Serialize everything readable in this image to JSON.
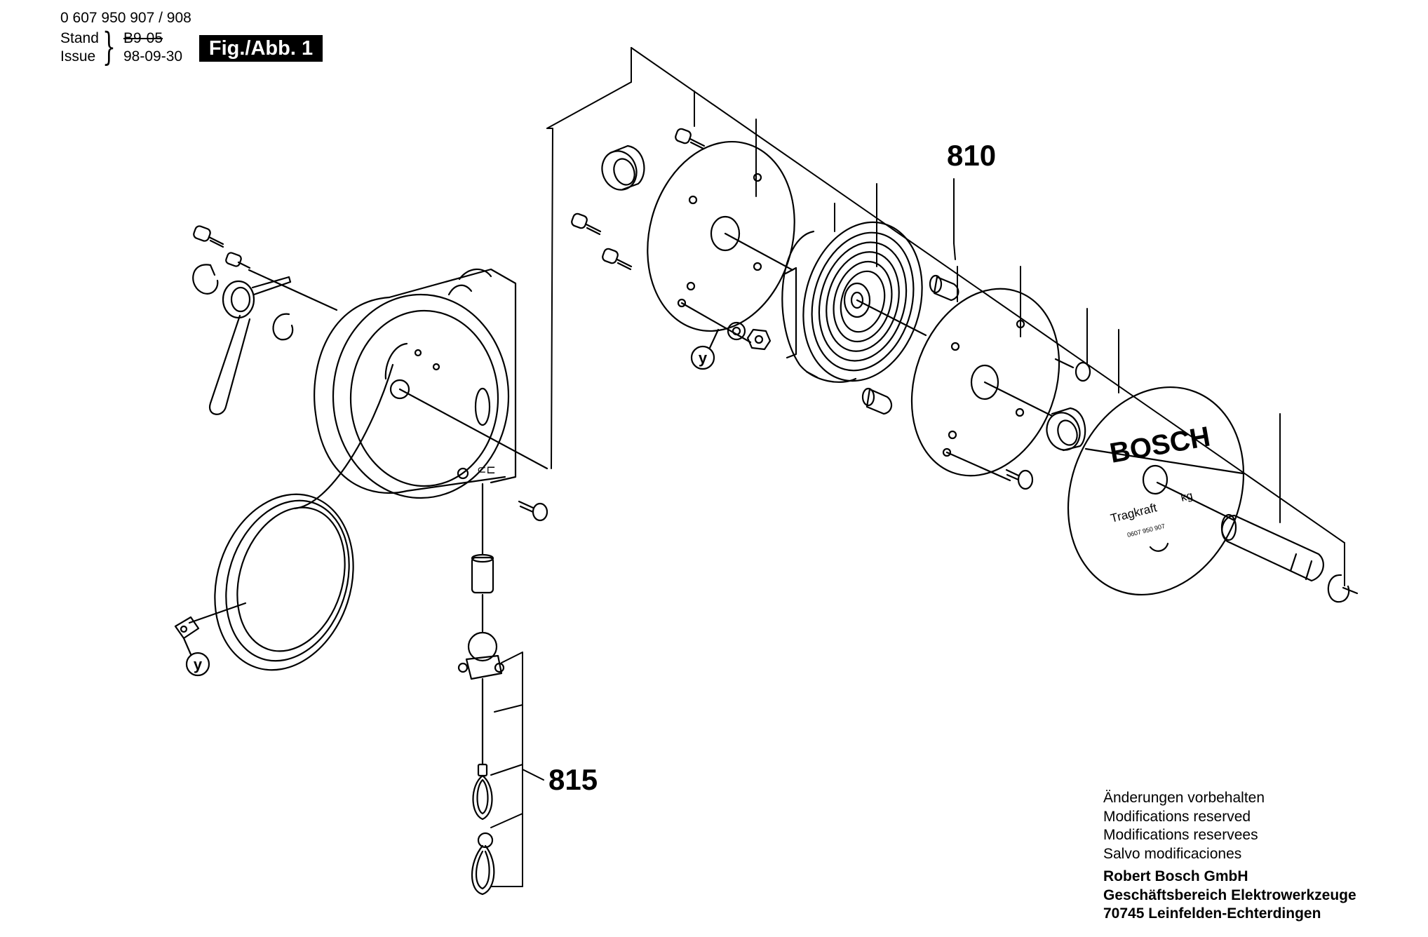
{
  "header": {
    "doc_number": "0 607 950 907 / 908",
    "stand_label": "Stand",
    "issue_label": "Issue",
    "stand_value": "B9-05",
    "issue_value": "98-09-30",
    "figure_badge": "Fig./Abb. 1"
  },
  "callouts": {
    "group_810": "810",
    "group_815": "815",
    "ref_marker": "y"
  },
  "cover_plate": {
    "brand": "BOSCH",
    "load_label": "Tragkraft",
    "load_unit": "kg",
    "part_no": "0607 950 907"
  },
  "footer": {
    "notice_de": "Änderungen vorbehalten",
    "notice_en": "Modifications reserved",
    "notice_fr": "Modifications reservees",
    "notice_es": "Salvo modificaciones",
    "company": "Robert Bosch GmbH",
    "division": "Geschäftsbereich Elektrowerkzeuge",
    "address": "70745 Leinfelden-Echterdingen"
  }
}
